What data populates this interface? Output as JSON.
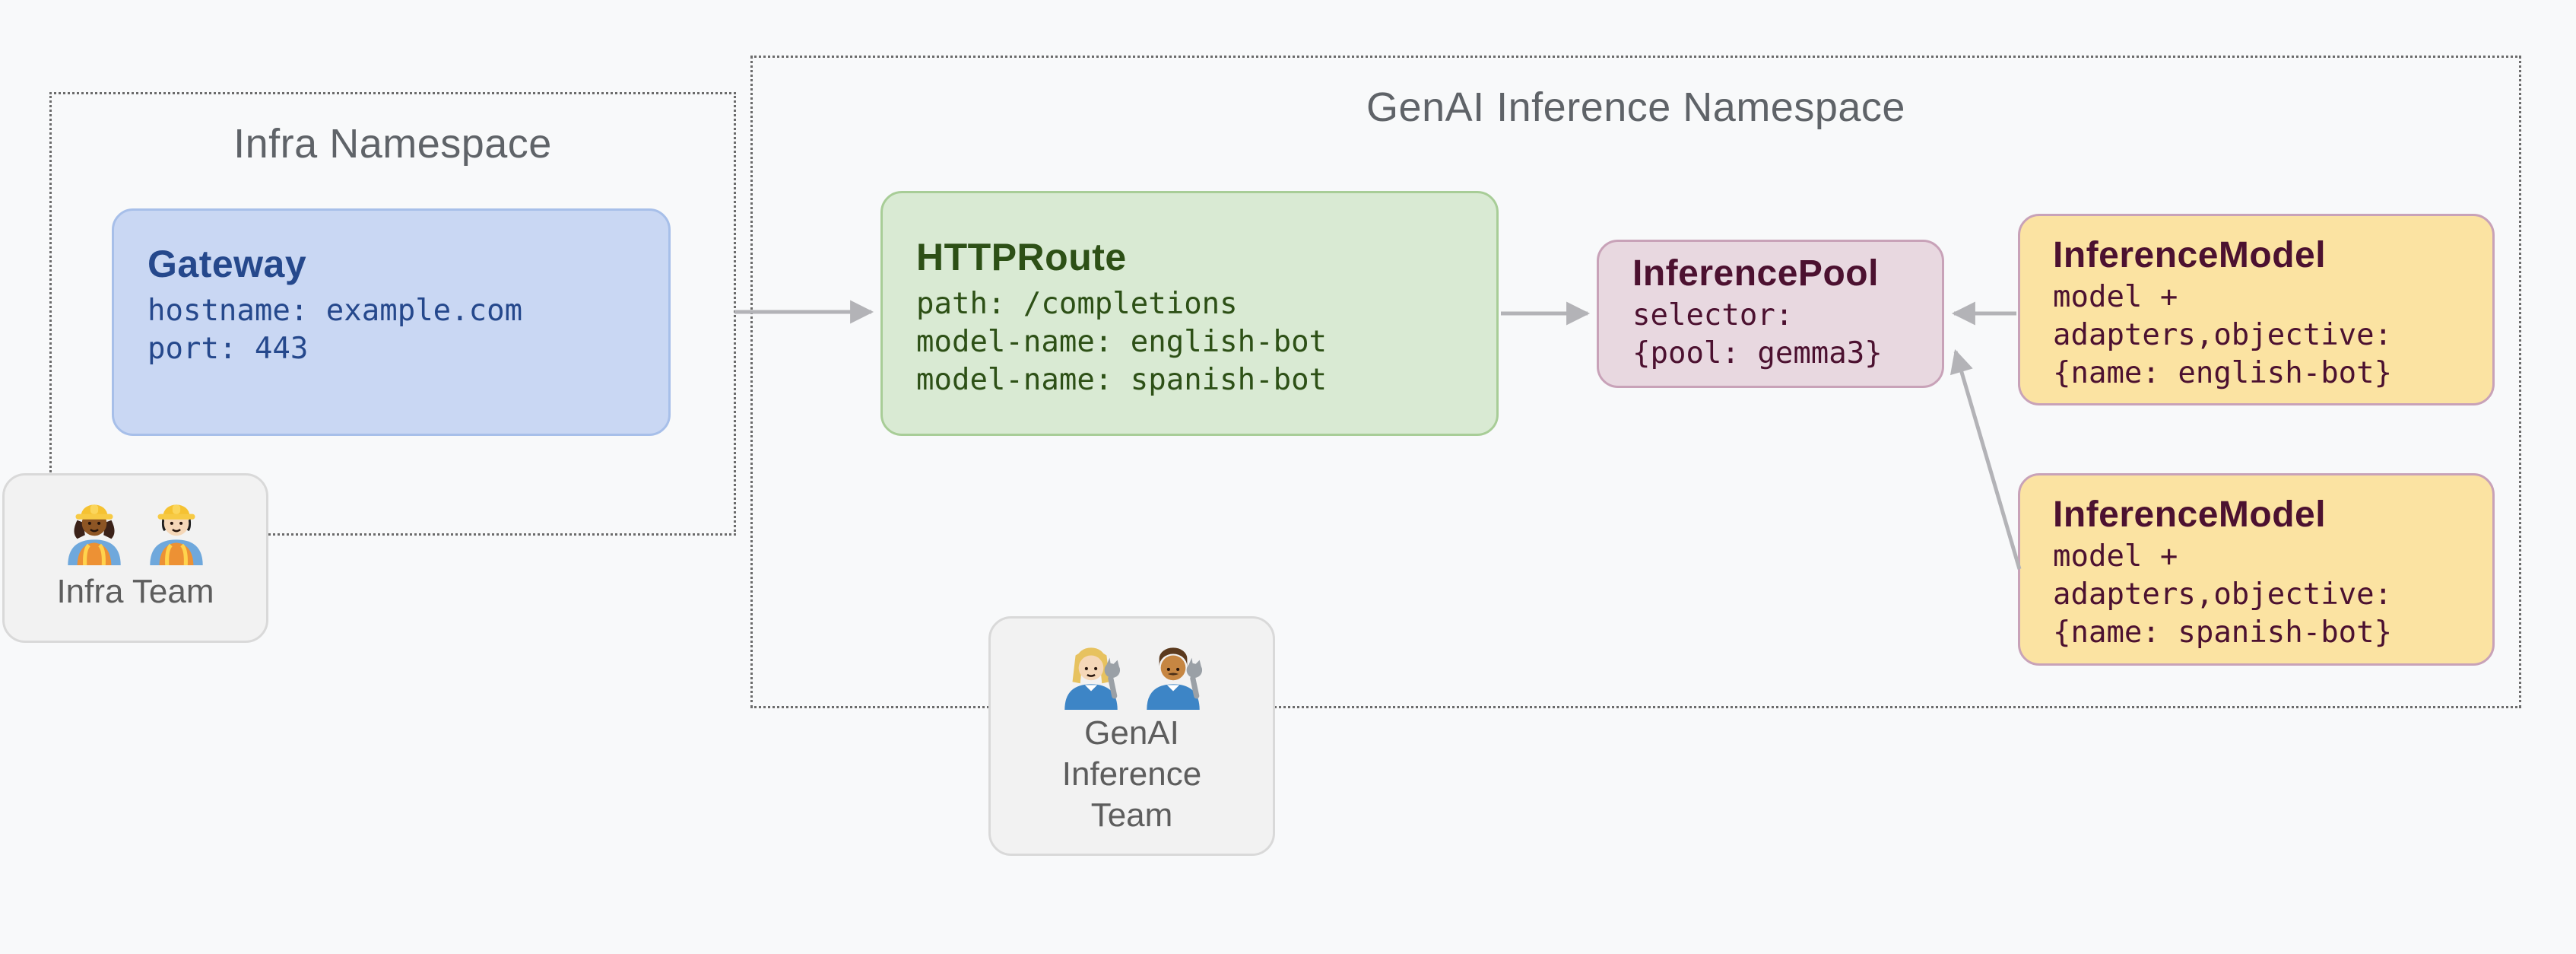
{
  "colors": {
    "background": "#f8f9fa",
    "namespace_border": "#6b6b6b",
    "namespace_title_text": "#5f6368",
    "arrow": "#b3b3b7",
    "gateway_fill": "#c9d7f3",
    "gateway_border": "#a7bfe9",
    "gateway_text": "#25488c",
    "httproute_fill": "#d9ead3",
    "httproute_border": "#a8cd97",
    "httproute_text": "#2d5016",
    "inferencepool_fill": "#e8d8e0",
    "inferencepool_border": "#c8a2b8",
    "inferencepool_text": "#4c1130",
    "inferencemodel_fill": "#fbe3a2",
    "inferencemodel_border": "#c8a2b8",
    "inferencemodel_text": "#4c1130",
    "team_fill": "#f2f2f2",
    "team_border": "#d9d9d9",
    "team_text": "#5d5d5d"
  },
  "namespaces": {
    "infra": {
      "title": "Infra Namespace"
    },
    "genai": {
      "title": "GenAI Inference Namespace"
    }
  },
  "nodes": {
    "gateway": {
      "title": "Gateway",
      "lines": [
        "hostname: example.com",
        "port: 443"
      ]
    },
    "httproute": {
      "title": "HTTPRoute",
      "lines": [
        "path: /completions",
        "model-name: english-bot",
        "model-name: spanish-bot"
      ]
    },
    "pool": {
      "title": "InferencePool",
      "lines": [
        "selector:",
        "{pool: gemma3}"
      ]
    },
    "model_english": {
      "title": "InferenceModel",
      "lines": [
        "model +",
        "adapters,objective:",
        "{name: english-bot}"
      ]
    },
    "model_spanish": {
      "title": "InferenceModel",
      "lines": [
        "model +",
        "adapters,objective:",
        "{name: spanish-bot}"
      ]
    }
  },
  "teams": {
    "infra": {
      "label": "Infra Team",
      "icons": "woman-construction-worker, man-construction-worker"
    },
    "genai": {
      "lines": [
        "GenAI",
        "Inference",
        "Team"
      ],
      "icons": "woman-mechanic, man-mechanic"
    }
  }
}
